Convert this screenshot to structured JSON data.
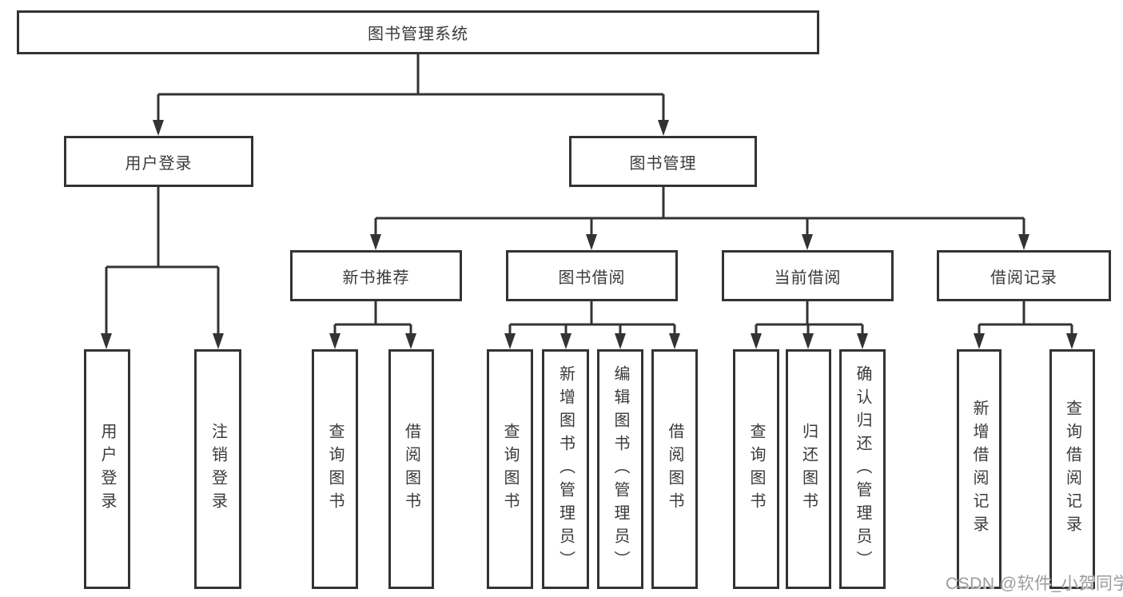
{
  "tree": {
    "root": {
      "label": "图书管理系统"
    },
    "branches": [
      {
        "label": "用户登录",
        "children": [
          {
            "label": "用户登录"
          },
          {
            "label": "注销登录"
          }
        ]
      },
      {
        "label": "图书管理",
        "children": [
          {
            "label": "新书推荐",
            "children": [
              {
                "label": "查询图书"
              },
              {
                "label": "借阅图书"
              }
            ]
          },
          {
            "label": "图书借阅",
            "children": [
              {
                "label": "查询图书"
              },
              {
                "label": "新增图书（管理员）"
              },
              {
                "label": "编辑图书（管理员）"
              },
              {
                "label": "借阅图书"
              }
            ]
          },
          {
            "label": "当前借阅",
            "children": [
              {
                "label": "查询图书"
              },
              {
                "label": "归还图书"
              },
              {
                "label": "确认归还（管理员）"
              }
            ]
          },
          {
            "label": "借阅记录",
            "children": [
              {
                "label": "新增借阅记录"
              },
              {
                "label": "查询借阅记录"
              }
            ]
          }
        ]
      }
    ]
  },
  "watermark": "CSDN @软件_小贺同学",
  "colors": {
    "line": "#333333",
    "text": "#3a3a3a",
    "watermark": "#9c9c9c",
    "background": "#ffffff"
  }
}
